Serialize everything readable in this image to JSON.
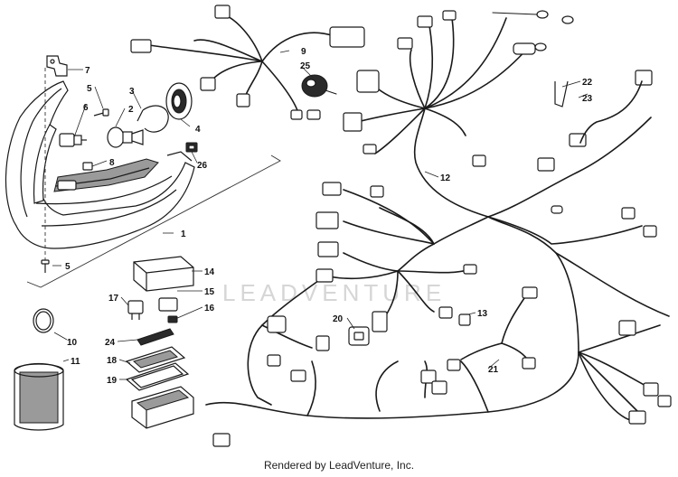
{
  "watermark": "LEADVENTURE",
  "footer": "Rendered by LeadVenture, Inc.",
  "callouts": {
    "c1": "1",
    "c2": "2",
    "c3": "3",
    "c4": "4",
    "c5a": "5",
    "c5b": "5",
    "c6": "6",
    "c7": "7",
    "c8": "8",
    "c9": "9",
    "c10": "10",
    "c11": "11",
    "c12": "12",
    "c13": "13",
    "c14": "14",
    "c15": "15",
    "c16": "16",
    "c17": "17",
    "c18": "18",
    "c19": "19",
    "c20": "20",
    "c21": "21",
    "c22": "22",
    "c23": "23",
    "c24": "24",
    "c25": "25",
    "c26": "26"
  }
}
